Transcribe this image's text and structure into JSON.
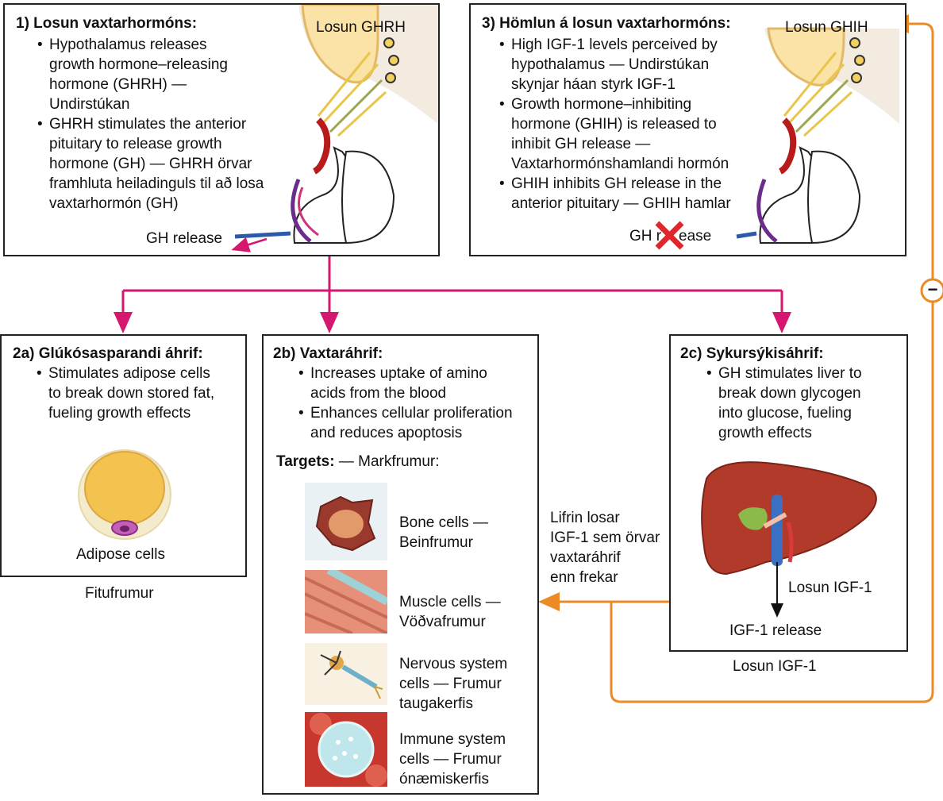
{
  "box1": {
    "title": "1) Losun vaxtarhormóns:",
    "bullet1": [
      "Hypothalamus releases",
      "growth hormone–releasing",
      "hormone (GHRH) —",
      "Undirstúkan"
    ],
    "bullet2": [
      "GHRH stimulates the anterior",
      "pituitary to release growth",
      "hormone (GH) — GHRH örvar",
      "framhluta heiladinguls til að losa",
      "vaxtarhormón (GH)"
    ],
    "release_label": "Losun GHRH",
    "gh_release": "GH release"
  },
  "box3": {
    "title": "3) Hömlun á losun vaxtarhormóns:",
    "bullet1": [
      "High IGF-1 levels perceived by",
      "hypothalamus — Undirstúkan",
      "skynjar háan styrk IGF-1"
    ],
    "bullet2": [
      "Growth hormone–inhibiting",
      "hormone (GHIH) is released to",
      "inhibit GH release —",
      "Vaxtarhormónshamlandi hormón"
    ],
    "bullet3": [
      "GHIH inhibits GH release in the",
      "anterior pituitary — GHIH hamlar"
    ],
    "release_label": "Losun GHIH",
    "gh_blocked_left": "GH r",
    "gh_blocked_right": "ease"
  },
  "box2a": {
    "title": "2a) Glúkósasparandi áhrif:",
    "bullet1": [
      "Stimulates adipose cells",
      "to break down stored fat,",
      "fueling growth effects"
    ],
    "cell_label": "Adipose cells",
    "caption": "Fitufrumur"
  },
  "box2b": {
    "title": "2b) Vaxtaráhrif:",
    "bullet1": [
      "Increases uptake of amino",
      "acids from the blood"
    ],
    "bullet2": [
      "Enhances cellular proliferation",
      "and reduces apoptosis"
    ],
    "targets_bold": "Targets:",
    "targets_rest": "— Markfrumur:",
    "targets": [
      {
        "lines": [
          "Bone cells —",
          "Beinfrumur"
        ]
      },
      {
        "lines": [
          "Muscle cells —",
          "Vöðvafrumur"
        ]
      },
      {
        "lines": [
          "Nervous system",
          "cells — Frumur",
          "taugakerfis"
        ]
      },
      {
        "lines": [
          "Immune system",
          "cells — Frumur",
          "ónæmiskerfis"
        ]
      }
    ]
  },
  "box2c": {
    "title": "2c) Sykursýkisáhrif:",
    "bullet1": [
      "GH stimulates liver to",
      "break down glycogen",
      "into glucose, fueling",
      "growth effects"
    ],
    "losun_igf1": "Losun IGF-1",
    "igf1_release": "IGF-1 release",
    "caption": "Losun IGF-1"
  },
  "liver_note": [
    "Lifrin losar",
    "IGF-1 sem örvar",
    "vaxtaráhrif",
    "enn frekar"
  ],
  "inhibition_symbol": "−",
  "bullet_char": "•",
  "colors": {
    "magenta_arrow": "#d6176f",
    "orange_arrow": "#ec8a25",
    "red_x": "#e0262b",
    "liver": "#b23a2a",
    "adipose": "#f4c24e"
  }
}
